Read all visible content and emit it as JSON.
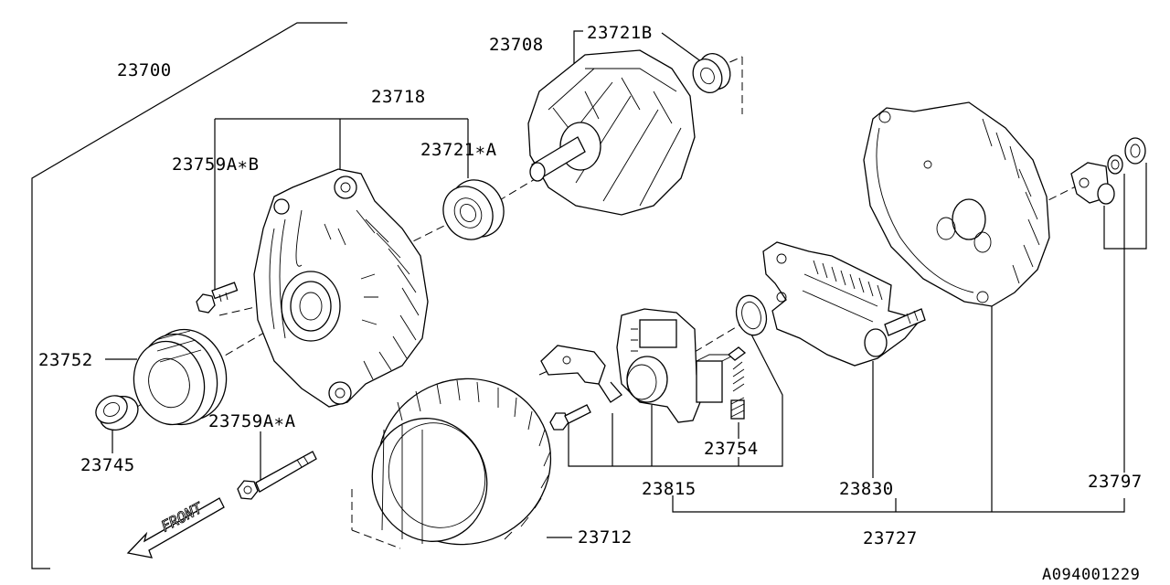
{
  "diagram": {
    "labels": {
      "p23700": "23700",
      "p23718": "23718",
      "p23708": "23708",
      "p23721B": "23721B",
      "p23721A": "23721∗A",
      "p23759AB": "23759A∗B",
      "p23752": "23752",
      "p23745": "23745",
      "p23759AA": "23759A∗A",
      "p23712": "23712",
      "p23754": "23754",
      "p23815": "23815",
      "p23830": "23830",
      "p23797": "23797",
      "p23727": "23727"
    },
    "direction_marker": "FRONT",
    "figure_code": "A094001229"
  }
}
